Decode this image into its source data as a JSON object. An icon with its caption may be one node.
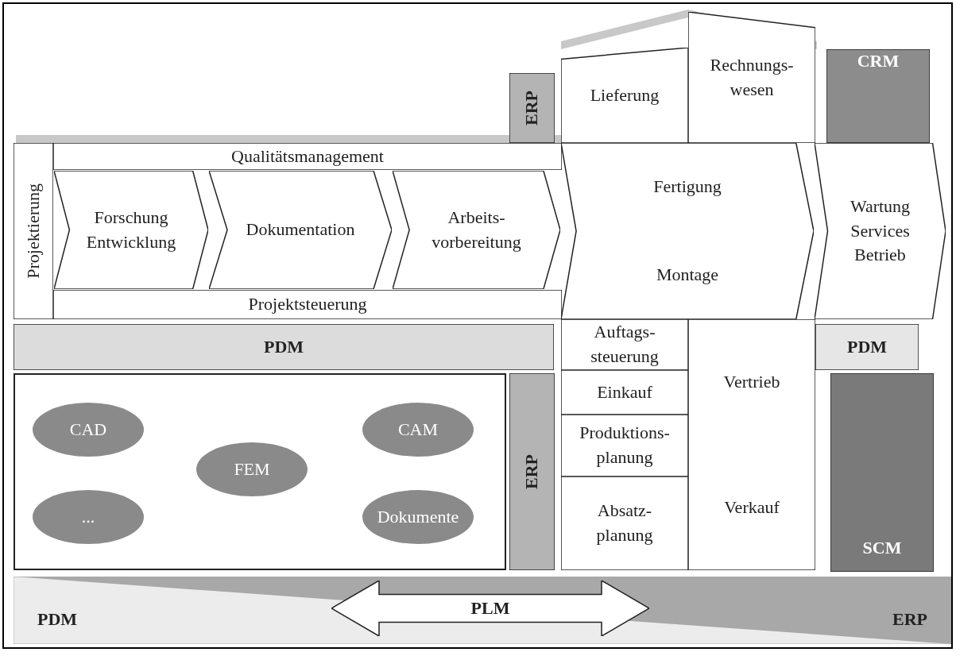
{
  "diagram": {
    "nodes": [
      {
        "text": [
          "ERP"
        ]
      },
      {
        "text": [
          "Lieferung"
        ]
      },
      {
        "text": [
          "Rechnungs- wesen"
        ]
      },
      {
        "text": [
          "CRM"
        ]
      },
      {
        "text": [
          "Projektierung"
        ]
      },
      {
        "text": [
          "Qualitätsmanagement"
        ]
      },
      {
        "text": [
          "Forschung Entwicklung"
        ]
      },
      {
        "text": [
          "Dokumentation"
        ]
      },
      {
        "text": [
          "Arbeits- vorbereitung"
        ]
      },
      {
        "text": [
          "Projektsteuerung"
        ]
      },
      {
        "text": [
          "Fertigung",
          "Montage"
        ]
      },
      {
        "text": [
          "Wartung Services Betrieb"
        ]
      },
      {
        "text": [
          "PDM"
        ]
      },
      {
        "text": [],
        "shape": "box"
      },
      {
        "text": [
          "CAD"
        ],
        "in": 13
      },
      {
        "text": [
          "CAM"
        ],
        "in": 13
      },
      {
        "text": [
          "FEM"
        ],
        "in": 13
      },
      {
        "text": [
          "..."
        ],
        "in": 13
      },
      {
        "text": [
          "Dokumente"
        ],
        "in": 13
      },
      {
        "text": [
          "ERP"
        ]
      },
      {
        "text": [
          "Auftags- steuerung"
        ]
      },
      {
        "text": [
          "Einkauf"
        ]
      },
      {
        "text": [
          "Produktions- planung"
        ]
      },
      {
        "text": [
          "Absatz- planung"
        ]
      },
      {
        "text": [
          "Vertrieb",
          "Verkauf"
        ]
      },
      {
        "text": [
          "PDM"
        ]
      },
      {
        "text": [
          "SCM"
        ]
      },
      {
        "text": [
          "PDM",
          "ERP"
        ]
      },
      {
        "text": [
          "PLM"
        ],
        "in": 27
      }
    ],
    "edges": []
  }
}
